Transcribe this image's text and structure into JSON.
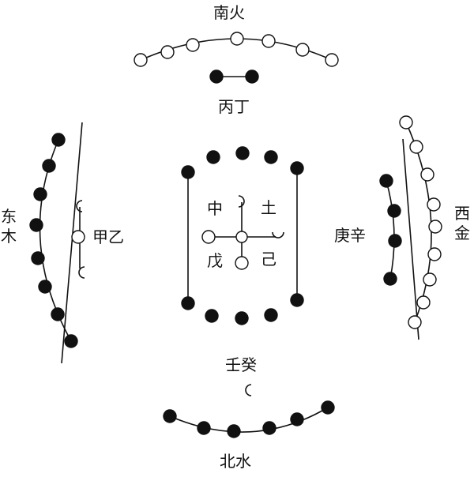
{
  "labels": {
    "south": "南火",
    "bing_ding": "丙丁",
    "east_1": "东",
    "east_2": "木",
    "jia_yi": "甲乙",
    "center_zhong": "中",
    "center_tu": "土",
    "center_wu": "戊",
    "center_ji": "己",
    "geng_xin": "庚辛",
    "west_1": "西",
    "west_2": "金",
    "ren_gui": "壬癸",
    "north": "北水"
  },
  "numbers": {
    "south_fire": {
      "hollow": 7
    },
    "bing_ding": {
      "solid": 2
    },
    "east_wood": {
      "solid": 8
    },
    "jia_yi": {
      "hollow": 3
    },
    "center_earth": {
      "solid": 10,
      "hollow": 5
    },
    "geng_xin": {
      "solid": 4
    },
    "west_metal": {
      "hollow": 9
    },
    "ren_gui": {
      "hollow": 1
    },
    "north_water": {
      "solid": 6
    }
  },
  "colors": {
    "ink": "#111111",
    "paper": "#ffffff"
  }
}
